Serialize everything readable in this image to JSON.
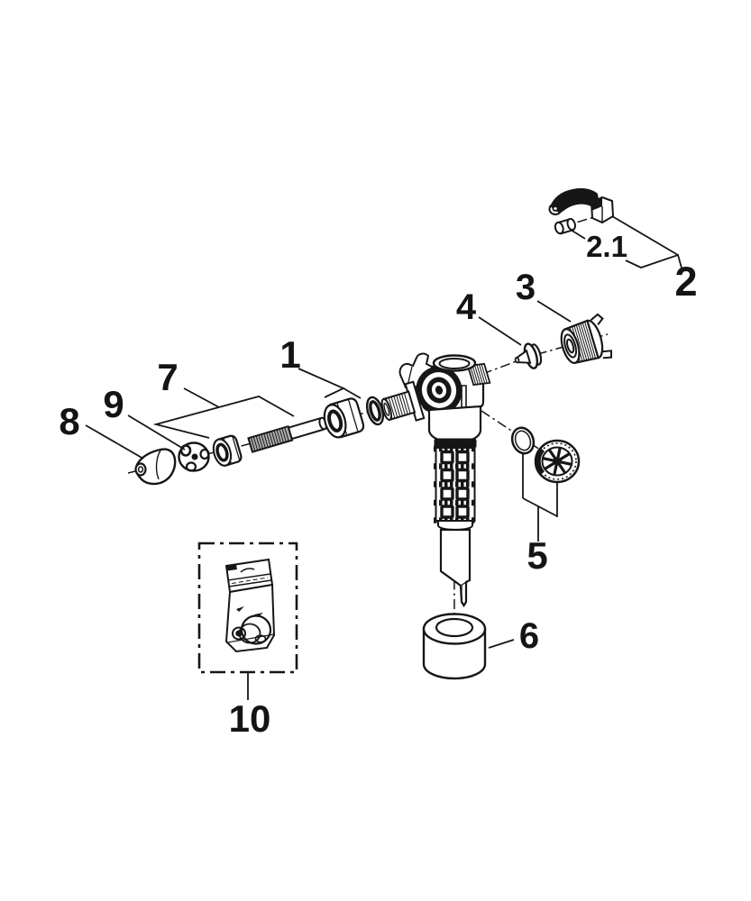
{
  "part_labels": {
    "p1": "1",
    "p2": "2",
    "p21": "2.1",
    "p3": "3",
    "p4": "4",
    "p5": "5",
    "p6": "6",
    "p7": "7",
    "p8": "8",
    "p9": "9",
    "p10": "10"
  },
  "colors": {
    "ink": "#161616",
    "background": "#ffffff"
  }
}
